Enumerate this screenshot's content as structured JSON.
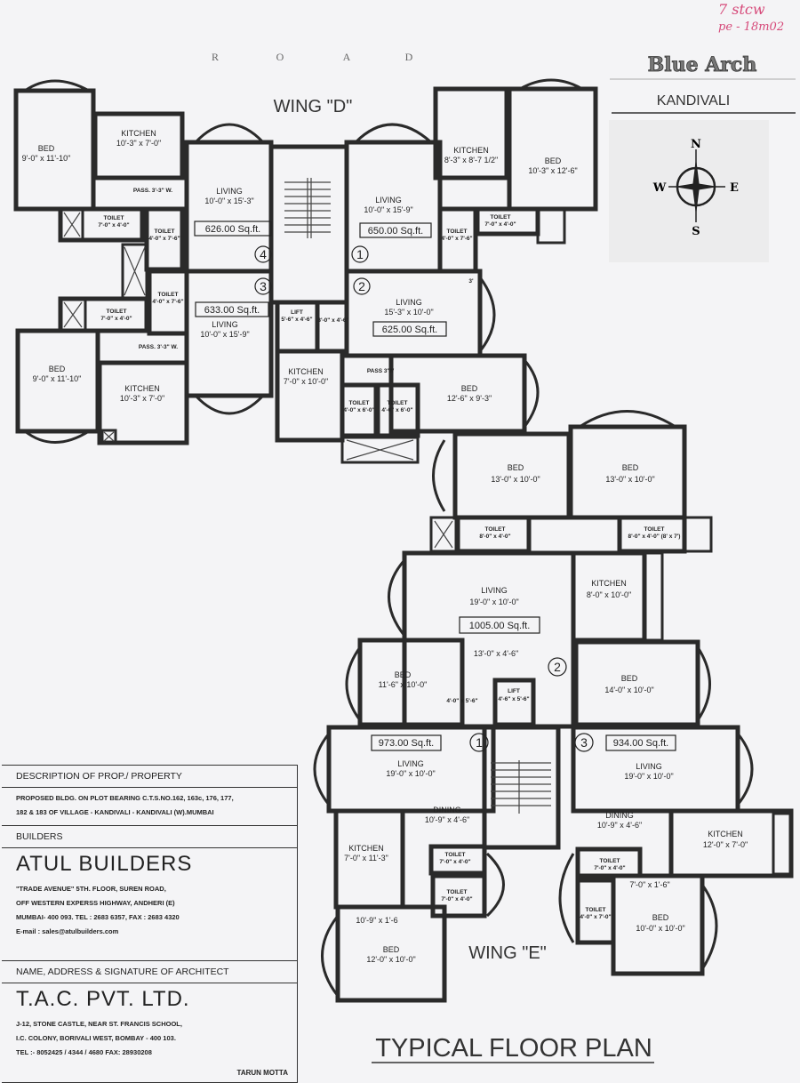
{
  "road_label": [
    "R",
    "O",
    "A",
    "D"
  ],
  "project": {
    "name": "Blue Arch",
    "location": "KANDIVALI"
  },
  "handwritten_note": [
    "7 stcw",
    "pe - 18m02"
  ],
  "compass": {
    "n": "N",
    "s": "S",
    "e": "E",
    "w": "W"
  },
  "plan_title": "TYPICAL FLOOR PLAN",
  "wing_d": {
    "title": "WING \"D\"",
    "flats": [
      {
        "no": "4",
        "area": "626.00 Sq.ft."
      },
      {
        "no": "3",
        "area": "633.00 Sq.ft."
      },
      {
        "no": "1",
        "area": "650.00 Sq.ft."
      },
      {
        "no": "2",
        "area": "625.00 Sq.ft."
      }
    ],
    "rooms": [
      {
        "name": "BED",
        "size": "9'-0\" x 11'-10\""
      },
      {
        "name": "KITCHEN",
        "size": "10'-3\" x 7'-0\""
      },
      {
        "name": "LIVING",
        "size": "10'-0\" x 15'-3\""
      },
      {
        "name": "TOILET",
        "size": "7'-0\" x 4'-0\""
      },
      {
        "name": "TOILET",
        "size": "4'-0\" x 7'-6\""
      },
      {
        "name": "TOILET",
        "size": "7'-0\" x 4'-0\""
      },
      {
        "name": "TOILET",
        "size": "4'-0\" x 7'-6\""
      },
      {
        "name": "LIVING",
        "size": "10'-0\" x 15'-9\""
      },
      {
        "name": "BED",
        "size": "9'-0\" x 11'-10\""
      },
      {
        "name": "KITCHEN",
        "size": "10'-3\" x 7'-0\""
      },
      {
        "name": "LIFT",
        "size": "5'-6\" x 4'-6\""
      },
      {
        "name": "",
        "size": "3'-0\" x 4'-6\""
      },
      {
        "name": "KITCHEN",
        "size": "7'-0\" x 10'-0\""
      },
      {
        "name": "LIVING",
        "size": "10'-0\" x 15'-9\""
      },
      {
        "name": "KITCHEN",
        "size": "8'-3\" x 8'-7 1/2\""
      },
      {
        "name": "BED",
        "size": "10'-3\" x 12'-6\""
      },
      {
        "name": "TOILET",
        "size": "4'-0\" x 7'-6\""
      },
      {
        "name": "TOILET",
        "size": "7'-0\" x 4'-0\""
      },
      {
        "name": "LIVING",
        "size": "15'-3\" x 10'-0\""
      },
      {
        "name": "BED",
        "size": "12'-6\" x 9'-3\""
      },
      {
        "name": "TOILET",
        "size": "4'-0\" x 6'-0\""
      },
      {
        "name": "TOILET",
        "size": "4'-0\" x 6'-0\""
      }
    ],
    "passages": [
      "PASS. 3'-3\" W.",
      "PASS. 3'-3\" W.",
      "PASS 3'W",
      "3'"
    ]
  },
  "wing_e": {
    "title": "WING \"E\"",
    "flats": [
      {
        "no": "2",
        "area": "1005.00 Sq.ft."
      },
      {
        "no": "1",
        "area": "973.00 Sq.ft."
      },
      {
        "no": "3",
        "area": "934.00 Sq.ft."
      }
    ],
    "rooms": [
      {
        "name": "BED",
        "size": "13'-0\" x 10'-0\""
      },
      {
        "name": "BED",
        "size": "13'-0\" x 10'-0\""
      },
      {
        "name": "TOILET",
        "size": "8'-0\" x 4'-0\""
      },
      {
        "name": "TOILET",
        "size": "8'-0\" x 4'-0\" (8' x 7')"
      },
      {
        "name": "LIVING",
        "size": "19'-0\" x 10'-0\""
      },
      {
        "name": "KITCHEN",
        "size": "8'-0\" x 10'-0\""
      },
      {
        "name": "BED",
        "size": "11'-6\" x 10'-0\""
      },
      {
        "name": "LIFT",
        "size": "4'-6\" x 5'-6\""
      },
      {
        "name": "BED",
        "size": "14'-0\" x 10'-0\""
      },
      {
        "name": "LIVING",
        "size": "19'-0\" x 10'-0\""
      },
      {
        "name": "DINING",
        "size": "10'-9\" x 4'-6\""
      },
      {
        "name": "KITCHEN",
        "size": "7'-0\" x 11'-3\""
      },
      {
        "name": "TOILET",
        "size": "7'-0\" x 4'-0\""
      },
      {
        "name": "TOILET",
        "size": "7'-0\" x 4'-0\""
      },
      {
        "name": "BED",
        "size": "12'-0\" x 10'-0\""
      },
      {
        "name": "LIVING",
        "size": "19'-0\" x 10'-0\""
      },
      {
        "name": "DINING",
        "size": "10'-9\" x 4'-6\""
      },
      {
        "name": "KITCHEN",
        "size": "12'-0\" x 7'-0\""
      },
      {
        "name": "TOILET",
        "size": "7'-0\" x 4'-0\""
      },
      {
        "name": "TOILET",
        "size": "4'-0\" x 7'-0\""
      },
      {
        "name": "BED",
        "size": "10'-0\" x 10'-0\""
      }
    ],
    "extra_dims": [
      "13'-0\" x 4'-6\"",
      "4'-0\" x 5'-6\"",
      "10'-9\" x 1'-6",
      "7'-0\" x 1'-6\""
    ]
  },
  "info_box": {
    "description_header": "DESCRIPTION OF PROP./ PROPERTY",
    "description_lines": [
      "PROPOSED BLDG. ON PLOT BEARING C.T.S.NO.162, 163c, 176, 177,",
      "182 & 183  OF VILLAGE - KANDIVALI - KANDIVALI (W).MUMBAI"
    ],
    "builders_header": "BUILDERS",
    "builder_name": "ATUL BUILDERS",
    "builder_address": [
      "\"TRADE AVENUE\" 5TH. FLOOR, SUREN ROAD,",
      "OFF WESTERN EXPERSS HIGHWAY, ANDHERI (E)",
      "MUMBAI- 400 093.     TEL : 2683 6357,  FAX : 2683 4320",
      "E-mail : sales@atulbuilders.com"
    ],
    "architect_header": "NAME, ADDRESS & SIGNATURE OF ARCHITECT",
    "architect_name": "T.A.C.  PVT.  LTD.",
    "architect_address": [
      "J-12, STONE CASTLE, NEAR ST. FRANCIS SCHOOL,",
      "I.C. COLONY,  BORIVALI WEST,  BOMBAY - 400 103.",
      "TEL :- 8052425  /  4344  /  4680     FAX: 28930208"
    ],
    "signature": "TARUN MOTTA"
  }
}
